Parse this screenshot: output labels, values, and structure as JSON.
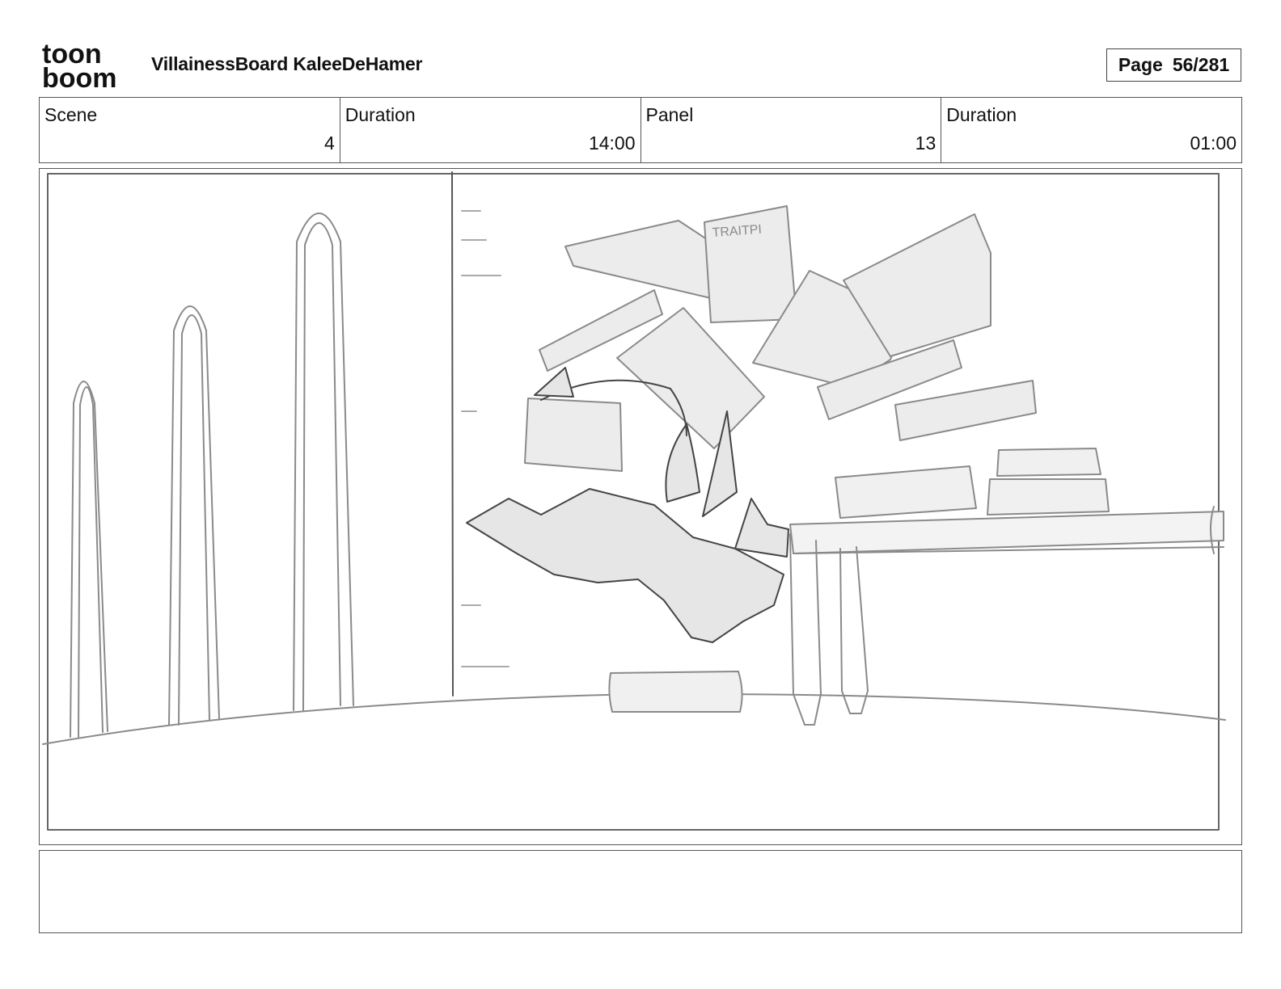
{
  "header": {
    "logo_top": "toon",
    "logo_bottom": "boom",
    "document_title": "VillainessBoard KaleeDeHamer",
    "page_label": "Page",
    "page_value": "56/281"
  },
  "info_table": {
    "cells": [
      {
        "label": "Scene",
        "value": "4"
      },
      {
        "label": "Duration",
        "value": "14:00"
      },
      {
        "label": "Panel",
        "value": "13"
      },
      {
        "label": "Duration",
        "value": "01:00"
      }
    ]
  },
  "panel": {
    "sketch_text": "TRAITPI"
  },
  "caption": {
    "text": ""
  }
}
